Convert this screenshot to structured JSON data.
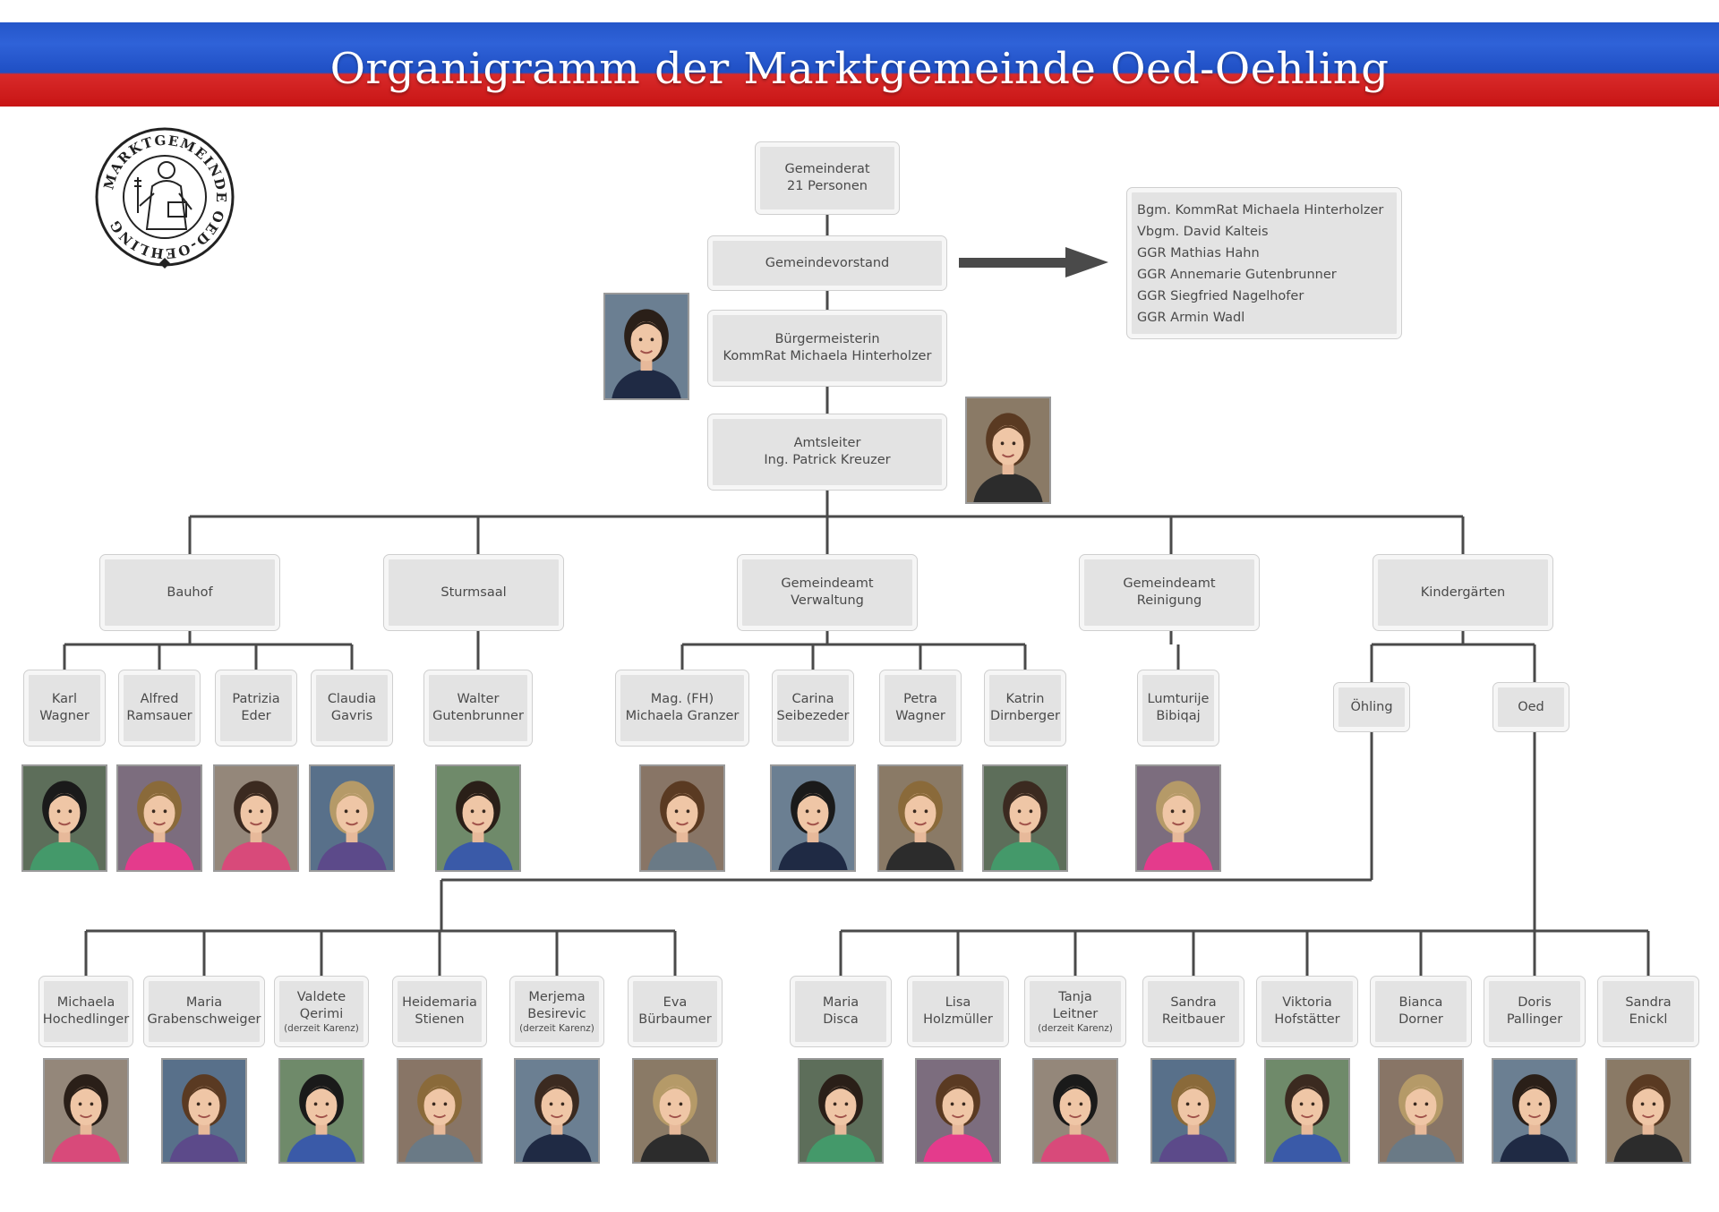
{
  "header": {
    "title": "Organigramm der Marktgemeinde Oed-Oehling"
  },
  "logo": {
    "name": "seal-logo",
    "text": "MARKTGEMEINDE OED-OEHLING"
  },
  "top": {
    "gemeinderat": [
      "Gemeinderat",
      "21 Personen"
    ],
    "gemeindevorstand": [
      "Gemeindevorstand"
    ],
    "buergermeisterin": [
      "Bürgermeisterin",
      "KommRat Michaela Hinterholzer"
    ],
    "amtsleiter": [
      "Amtsleiter",
      "Ing. Patrick Kreuzer"
    ]
  },
  "vorstand_members": [
    "Bgm. KommRat Michaela Hinterholzer",
    "Vbgm. David Kalteis",
    "GGR Mathias Hahn",
    "GGR Annemarie Gutenbrunner",
    "GGR Siegfried Nagelhofer",
    "GGR Armin Wadl"
  ],
  "departments": {
    "bauhof": [
      "Bauhof"
    ],
    "sturmsaal": [
      "Sturmsaal"
    ],
    "verwaltung": [
      "Gemeindeamt",
      "Verwaltung"
    ],
    "reinigung": [
      "Gemeindeamt",
      "Reinigung"
    ],
    "kindergaerten": [
      "Kindergärten"
    ]
  },
  "staff": {
    "bauhof": [
      [
        "Karl",
        "Wagner"
      ],
      [
        "Alfred",
        "Ramsauer"
      ],
      [
        "Patrizia",
        "Eder"
      ],
      [
        "Claudia",
        "Gavris"
      ]
    ],
    "sturmsaal": [
      [
        "Walter",
        "Gutenbrunner"
      ]
    ],
    "verwaltung": [
      [
        "Mag. (FH)",
        "Michaela Granzer"
      ],
      [
        "Carina",
        "Seibezeder"
      ],
      [
        "Petra",
        "Wagner"
      ],
      [
        "Katrin",
        "Dirnberger"
      ]
    ],
    "reinigung": [
      [
        "Lumturije",
        "Bibiqaj"
      ]
    ]
  },
  "kindergarten_sites": {
    "oehling": "Öhling",
    "oed": "Oed"
  },
  "oehling_staff": [
    [
      "Michaela",
      "Hochedlinger"
    ],
    [
      "Maria",
      "Grabenschweiger"
    ],
    [
      "Valdete",
      "Qerimi",
      "(derzeit Karenz)"
    ],
    [
      "Heidemaria",
      "Stienen"
    ],
    [
      "Merjema",
      "Besirevic",
      "(derzeit Karenz)"
    ],
    [
      "Eva",
      "Bürbaumer"
    ]
  ],
  "oed_staff": [
    [
      "Maria",
      "Disca"
    ],
    [
      "Lisa",
      "Holzmüller"
    ],
    [
      "Tanja",
      "Leitner",
      "(derzeit Karenz)"
    ],
    [
      "Sandra",
      "Reitbauer"
    ],
    [
      "Viktoria",
      "Hofstätter"
    ],
    [
      "Bianca",
      "Dorner"
    ],
    [
      "Doris",
      "Pallinger"
    ],
    [
      "Sandra",
      "Enickl"
    ]
  ],
  "colors": {
    "banner_blue": "#2456c9",
    "banner_red": "#c81414",
    "box": "#e3e3e3",
    "line": "#4a4a4a"
  }
}
